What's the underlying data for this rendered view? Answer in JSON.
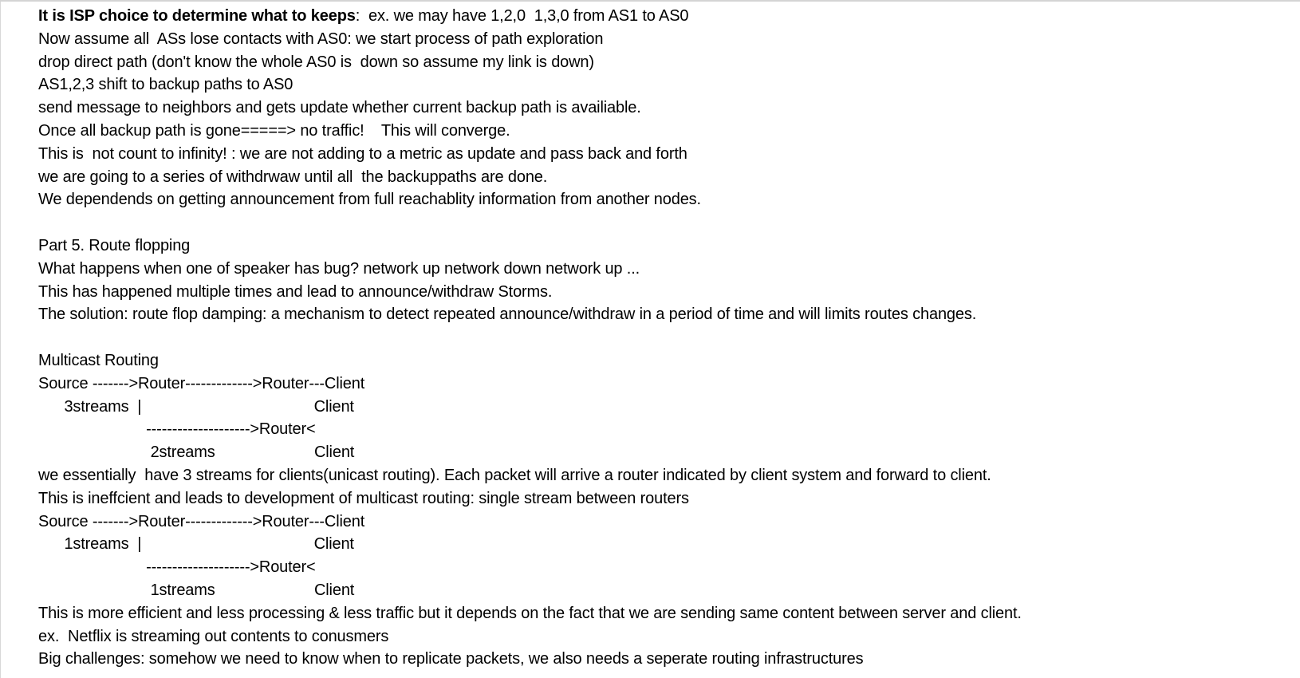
{
  "doc": {
    "line0_bold": "It is ISP choice to determine what to keeps",
    "line0_rest": ":  ex. we may have 1,2,0  1,3,0 from AS1 to AS0",
    "lines_a": [
      "Now assume all  ASs lose contacts with AS0: we start process of path exploration",
      "drop direct path (don't know the whole AS0 is  down so assume my link is down)",
      "AS1,2,3 shift to backup paths to AS0",
      "send message to neighbors and gets update whether current backup path is availiable.",
      "Once all backup path is gone=====> no traffic!    This will converge.",
      "This is  not count to infinity! : we are not adding to a metric as update and pass back and forth",
      "we are going to a series of withdrwaw until all  the backuppaths are done.",
      "We dependends on getting announcement from full reachablity information from another nodes."
    ],
    "lines_b": [
      "Part 5. Route flopping",
      "What happens when one of speaker has bug? network up network down network up ...",
      "This has happened multiple times and lead to announce/withdraw Storms.",
      "The solution: route flop damping: a mechanism to detect repeated announce/withdraw in a period of time and will limits routes changes."
    ],
    "lines_c": [
      "Multicast Routing",
      "Source ------->Router------------->Router---Client",
      "      3streams  |                                        Client",
      "                         -------------------->Router<",
      "                          2streams                       Client",
      "we essentially  have 3 streams for clients(unicast routing). Each packet will arrive a router indicated by client system and forward to client.",
      "This is ineffcient and leads to development of multicast routing: single stream between routers",
      "Source ------->Router------------->Router---Client",
      "      1streams  |                                        Client",
      "                         -------------------->Router<",
      "                          1streams                       Client",
      "This is more efficient and less processing & less traffic but it depends on the fact that we are sending same content between server and client.",
      "ex.  Netflix is streaming out contents to conusmers",
      "Big challenges: somehow we need to know when to replicate packets, we also needs a seperate routing infrastructures"
    ]
  }
}
